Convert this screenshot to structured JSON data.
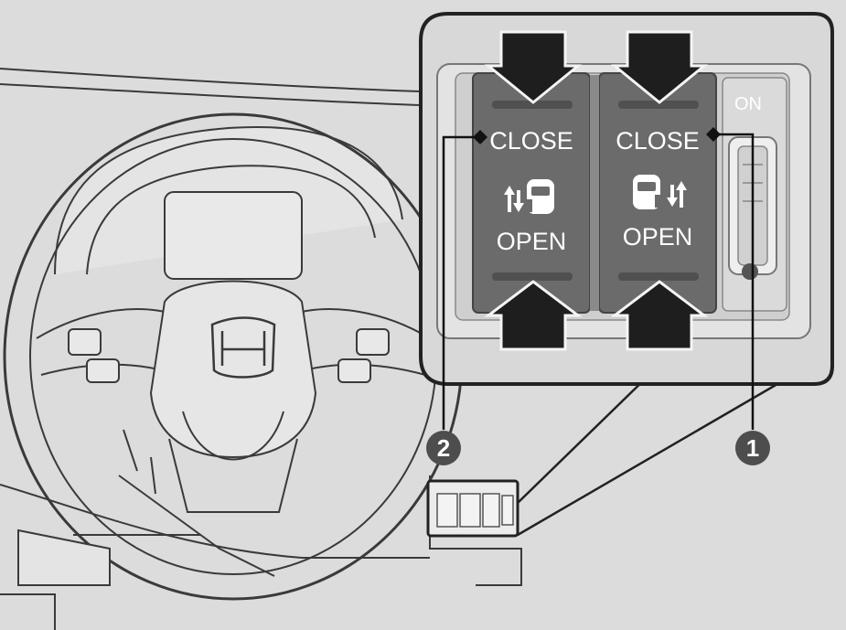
{
  "inset": {
    "on_label": "ON",
    "left_switch": {
      "close_label": "CLOSE",
      "open_label": "OPEN",
      "icon": "driver-side-sliding-door-icon"
    },
    "right_switch": {
      "close_label": "CLOSE",
      "open_label": "OPEN",
      "icon": "passenger-side-sliding-door-icon"
    }
  },
  "callouts": [
    {
      "number": "1",
      "target": "right power sliding door switch"
    },
    {
      "number": "2",
      "target": "left power sliding door switch"
    }
  ],
  "colors": {
    "background": "#dcdcdc",
    "switch_panel": "#6b6b6b",
    "arrow": "#1e1e1e",
    "callout_badge": "#4d4d4d",
    "line_art": "#3a3a3a"
  }
}
